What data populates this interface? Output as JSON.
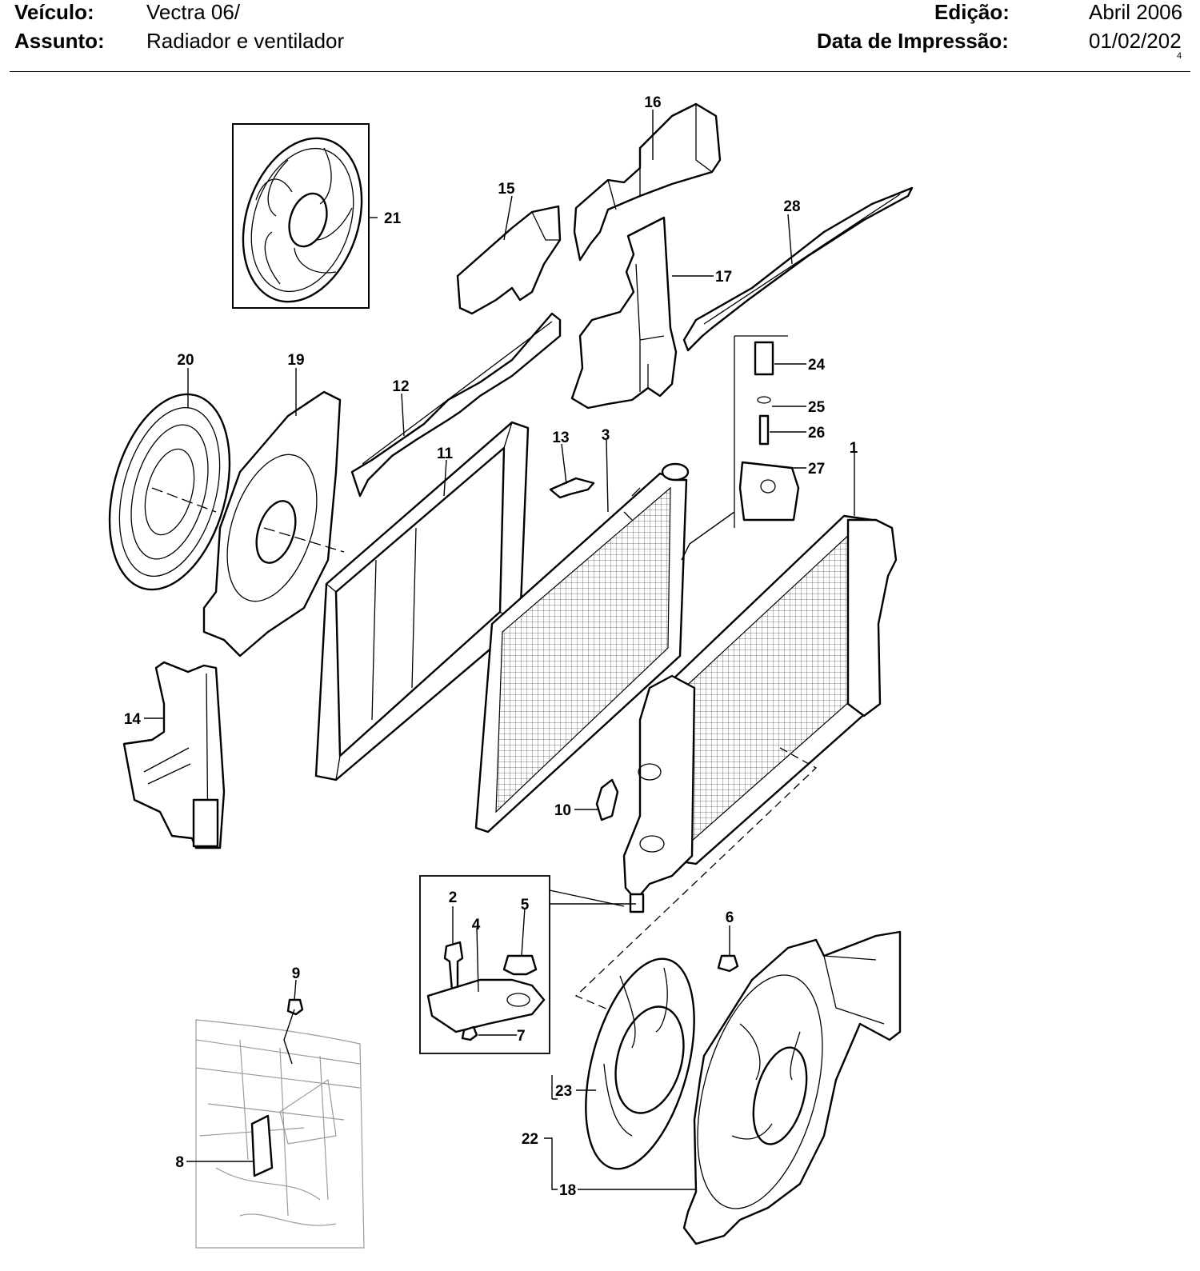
{
  "header": {
    "vehicle_label": "Veículo:",
    "vehicle_value": "Vectra 06/",
    "subject_label": "Assunto:",
    "subject_value": "Radiador e ventilador",
    "edition_label": "Edição:",
    "edition_value": "Abril 2006",
    "print_date_label": "Data de Impressão:",
    "print_date_value": "01/02/202",
    "print_date_overflow": "4"
  },
  "callouts": [
    "1",
    "2",
    "3",
    "4",
    "5",
    "6",
    "7",
    "8",
    "9",
    "10",
    "11",
    "12",
    "13",
    "14",
    "15",
    "16",
    "17",
    "18",
    "19",
    "20",
    "21",
    "22",
    "23",
    "24",
    "25",
    "26",
    "27",
    "28"
  ]
}
